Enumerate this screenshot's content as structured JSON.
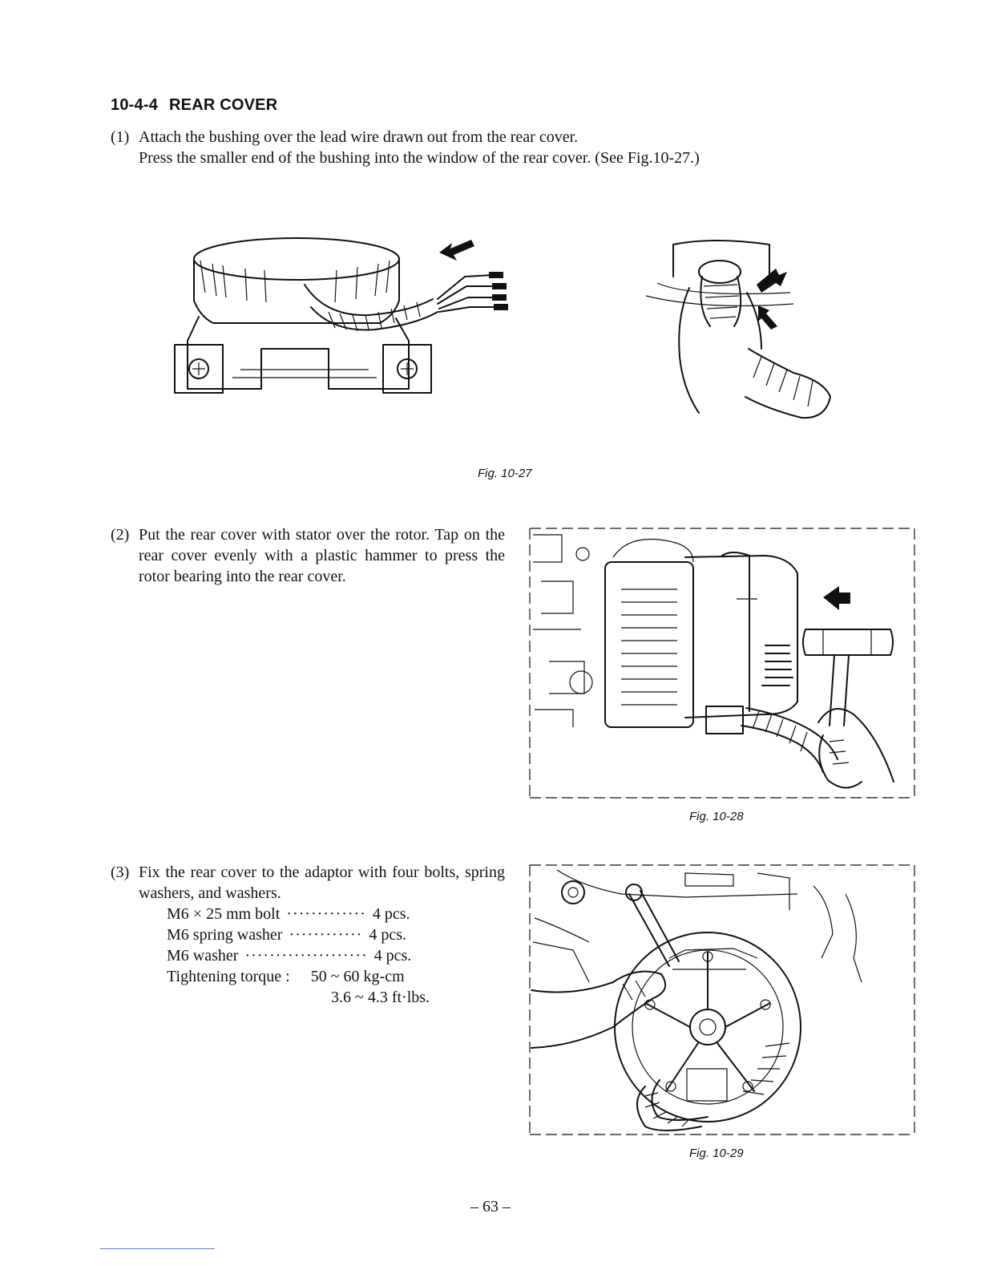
{
  "section": {
    "number": "10-4-4",
    "title": "REAR COVER"
  },
  "steps": [
    {
      "marker": "(1)",
      "lines": [
        "Attach the bushing over the lead wire drawn out from the rear cover.",
        "Press the smaller end of the bushing into the window of the rear cover. (See Fig.10-27.)"
      ]
    },
    {
      "marker": "(2)",
      "text": "Put the rear cover with stator over the rotor. Tap on the rear cover evenly with a plastic hammer to press the rotor bearing into the rear cover."
    },
    {
      "marker": "(3)",
      "text": "Fix the rear cover to the adaptor with four bolts, spring washers, and washers.",
      "specs": [
        {
          "label": "M6 × 25 mm bolt",
          "dots": "·············",
          "value": "4 pcs."
        },
        {
          "label": "M6 spring washer",
          "dots": "············",
          "value": "4 pcs."
        },
        {
          "label": "M6 washer",
          "dots": "····················",
          "value": "4 pcs."
        }
      ],
      "torque": {
        "label": "Tightening torque :",
        "value1": "50 ~ 60 kg-cm",
        "value2": "3.6 ~ 4.3 ft·lbs."
      }
    }
  ],
  "figures": {
    "fig27": "Fig. 10-27",
    "fig28": "Fig. 10-28",
    "fig29": "Fig. 10-29"
  },
  "page_number": "– 63 –"
}
